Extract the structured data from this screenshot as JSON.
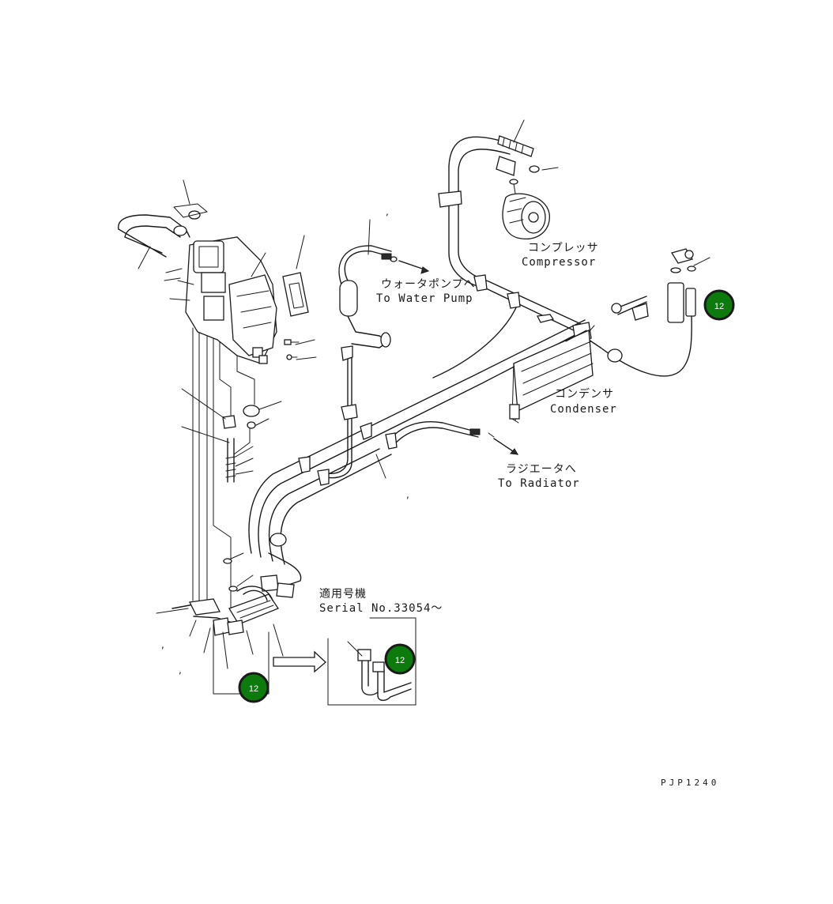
{
  "labels": {
    "water_pump_jp": "ウォータポンプへ",
    "water_pump_en": "To Water Pump",
    "compressor_jp": "コンプレッサ",
    "compressor_en": "Compressor",
    "condenser_jp": "コンデンサ",
    "condenser_en": "Condenser",
    "radiator_jp": "ラジエータへ",
    "radiator_en": "To Radiator",
    "serial_jp": "適用号機",
    "serial_en": "Serial No.33054～",
    "drawing_code": "PJP1240"
  },
  "callouts": [
    {
      "number": "12",
      "color": "#0c7a0c"
    },
    {
      "number": "12",
      "color": "#0c7a0c"
    },
    {
      "number": "12",
      "color": "#0c7a0c"
    }
  ],
  "marks": {
    "comma": ","
  }
}
